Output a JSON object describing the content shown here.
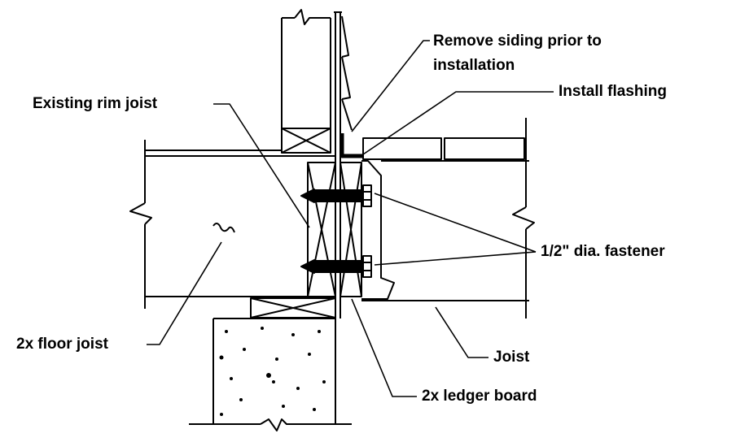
{
  "labels": {
    "remove_siding_line1": "Remove siding prior to",
    "remove_siding_line2": "installation",
    "install_flashing": "Install flashing",
    "existing_rim_joist": "Existing rim joist",
    "fastener": "1/2\" dia. fastener",
    "floor_joist": "2x floor joist",
    "joist": "Joist",
    "ledger_board": "2x ledger board"
  },
  "colors": {
    "line": "#000000",
    "background": "#ffffff"
  }
}
